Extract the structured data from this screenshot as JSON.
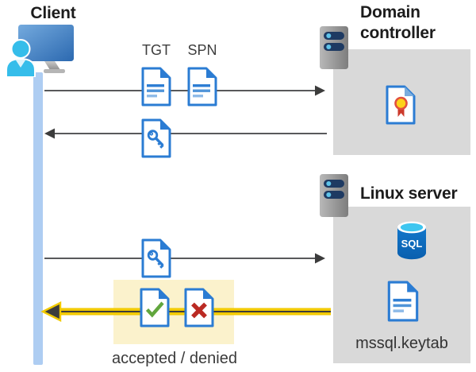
{
  "client": {
    "title": "Client"
  },
  "domain_controller": {
    "title": "Domain controller"
  },
  "linux_server": {
    "title": "Linux server",
    "sql_badge": "SQL",
    "keytab_label": "mssql.keytab"
  },
  "labels": {
    "tgt": "TGT",
    "spn": "SPN",
    "result": "accepted / denied"
  },
  "colors": {
    "doc_blue": "#2b7cd3",
    "doc_line_light": "#8fbbe8",
    "person_cyan": "#35bdea",
    "box_gray": "#d9d9d9",
    "highlight_yellow": "#fbf2cc",
    "arrow_gray": "#58595b",
    "arrow_yellow": "#f2ca00",
    "check_green": "#61a63d",
    "cross_red": "#bb2a23",
    "cert_gold": "#fdd31b",
    "cert_red": "#cc3a2c",
    "sql_blue": "#0e6dbe",
    "sql_cyan": "#3ec6f0",
    "lifeline_blue": "#aecdf2",
    "server_bar_navy": "#1e3a62"
  }
}
